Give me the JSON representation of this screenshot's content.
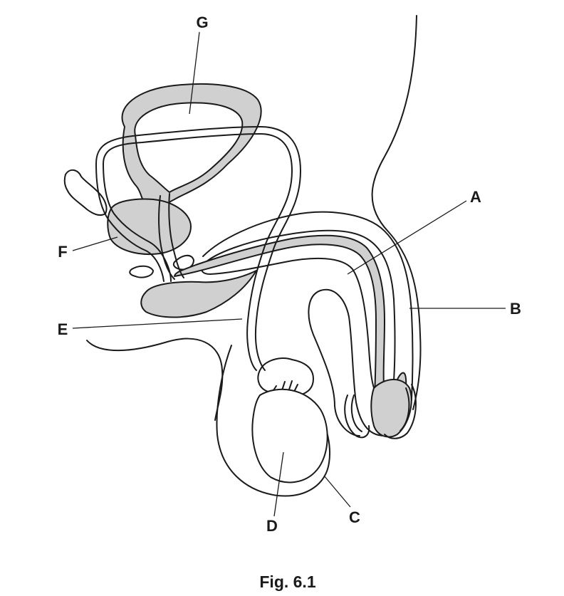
{
  "figure": {
    "caption": "Fig. 6.1",
    "labels": {
      "A": "A",
      "B": "B",
      "C": "C",
      "D": "D",
      "E": "E",
      "F": "F",
      "G": "G"
    }
  }
}
